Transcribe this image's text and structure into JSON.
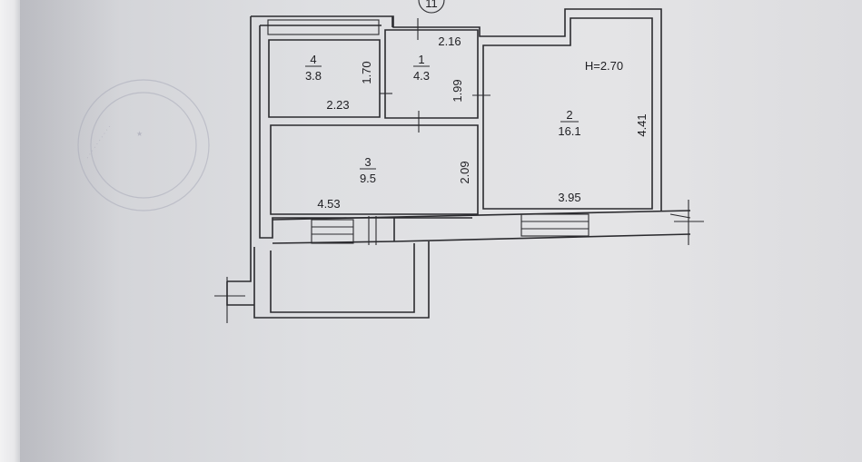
{
  "plan": {
    "axis_marker": "11",
    "ceiling_height": "H=2.70",
    "rooms": [
      {
        "number": "1",
        "area": "4.3"
      },
      {
        "number": "2",
        "area": "16.1"
      },
      {
        "number": "3",
        "area": "9.5"
      },
      {
        "number": "4",
        "area": "3.8"
      }
    ],
    "dimensions": {
      "d_2_16": "2.16",
      "d_1_70": "1.70",
      "d_1_99": "1.99",
      "d_2_23": "2.23",
      "d_4_41": "4.41",
      "d_2_09": "2.09",
      "d_4_53": "4.53",
      "d_3_95": "3.95"
    }
  }
}
